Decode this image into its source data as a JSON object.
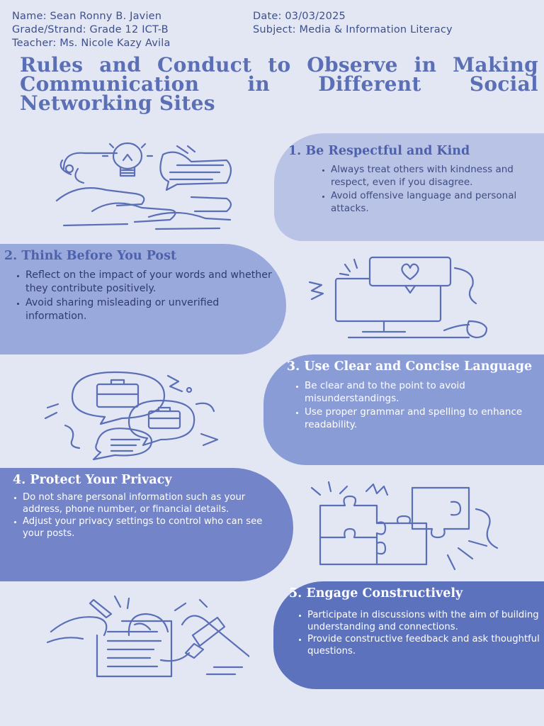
{
  "header": {
    "name": "Name: Sean Ronny B. Javien",
    "date": "Date: 03/03/2025",
    "grade": "Grade/Strand: Grade 12 ICT-B",
    "subject": "Subject: Media & Information Literacy",
    "teacher": "Teacher: Ms. Nicole Kazy Avila"
  },
  "title": "Rules and Conduct to Observe in Making Communication in Different Social Networking Sites",
  "sections": [
    {
      "heading": "1. Be Respectful and Kind",
      "bullets": [
        "Always treat others with kindness and respect, even if you disagree.",
        "Avoid offensive language and personal attacks."
      ]
    },
    {
      "heading": "2. Think Before You Post",
      "bullets": [
        "Reflect on the impact of your words and whether they contribute positively.",
        "Avoid sharing misleading or unverified information."
      ]
    },
    {
      "heading": "3. Use Clear and Concise Language",
      "bullets": [
        "Be clear and to the point to avoid misunderstandings.",
        "Use proper grammar and spelling to enhance readability."
      ]
    },
    {
      "heading": "4. Protect Your Privacy",
      "bullets": [
        "Do not share personal information such as your address, phone number, or financial details.",
        "Adjust your privacy settings to control who can see your posts."
      ]
    },
    {
      "heading": "5. Engage Constructively",
      "bullets": [
        "Participate in discussions with the aim of building understanding and connections.",
        "Provide constructive feedback and ask thoughtful questions."
      ]
    }
  ],
  "colors": {
    "background": "#e3e7f4",
    "header_text": "#3d4f8c",
    "title": "#5b6fb6",
    "line_art": "#5b6fb6"
  },
  "illustrations": [
    "lightbulb-handshake-icon",
    "computer-heart-icon",
    "briefcase-chat-icon",
    "puzzle-icon",
    "writing-hand-icon"
  ]
}
